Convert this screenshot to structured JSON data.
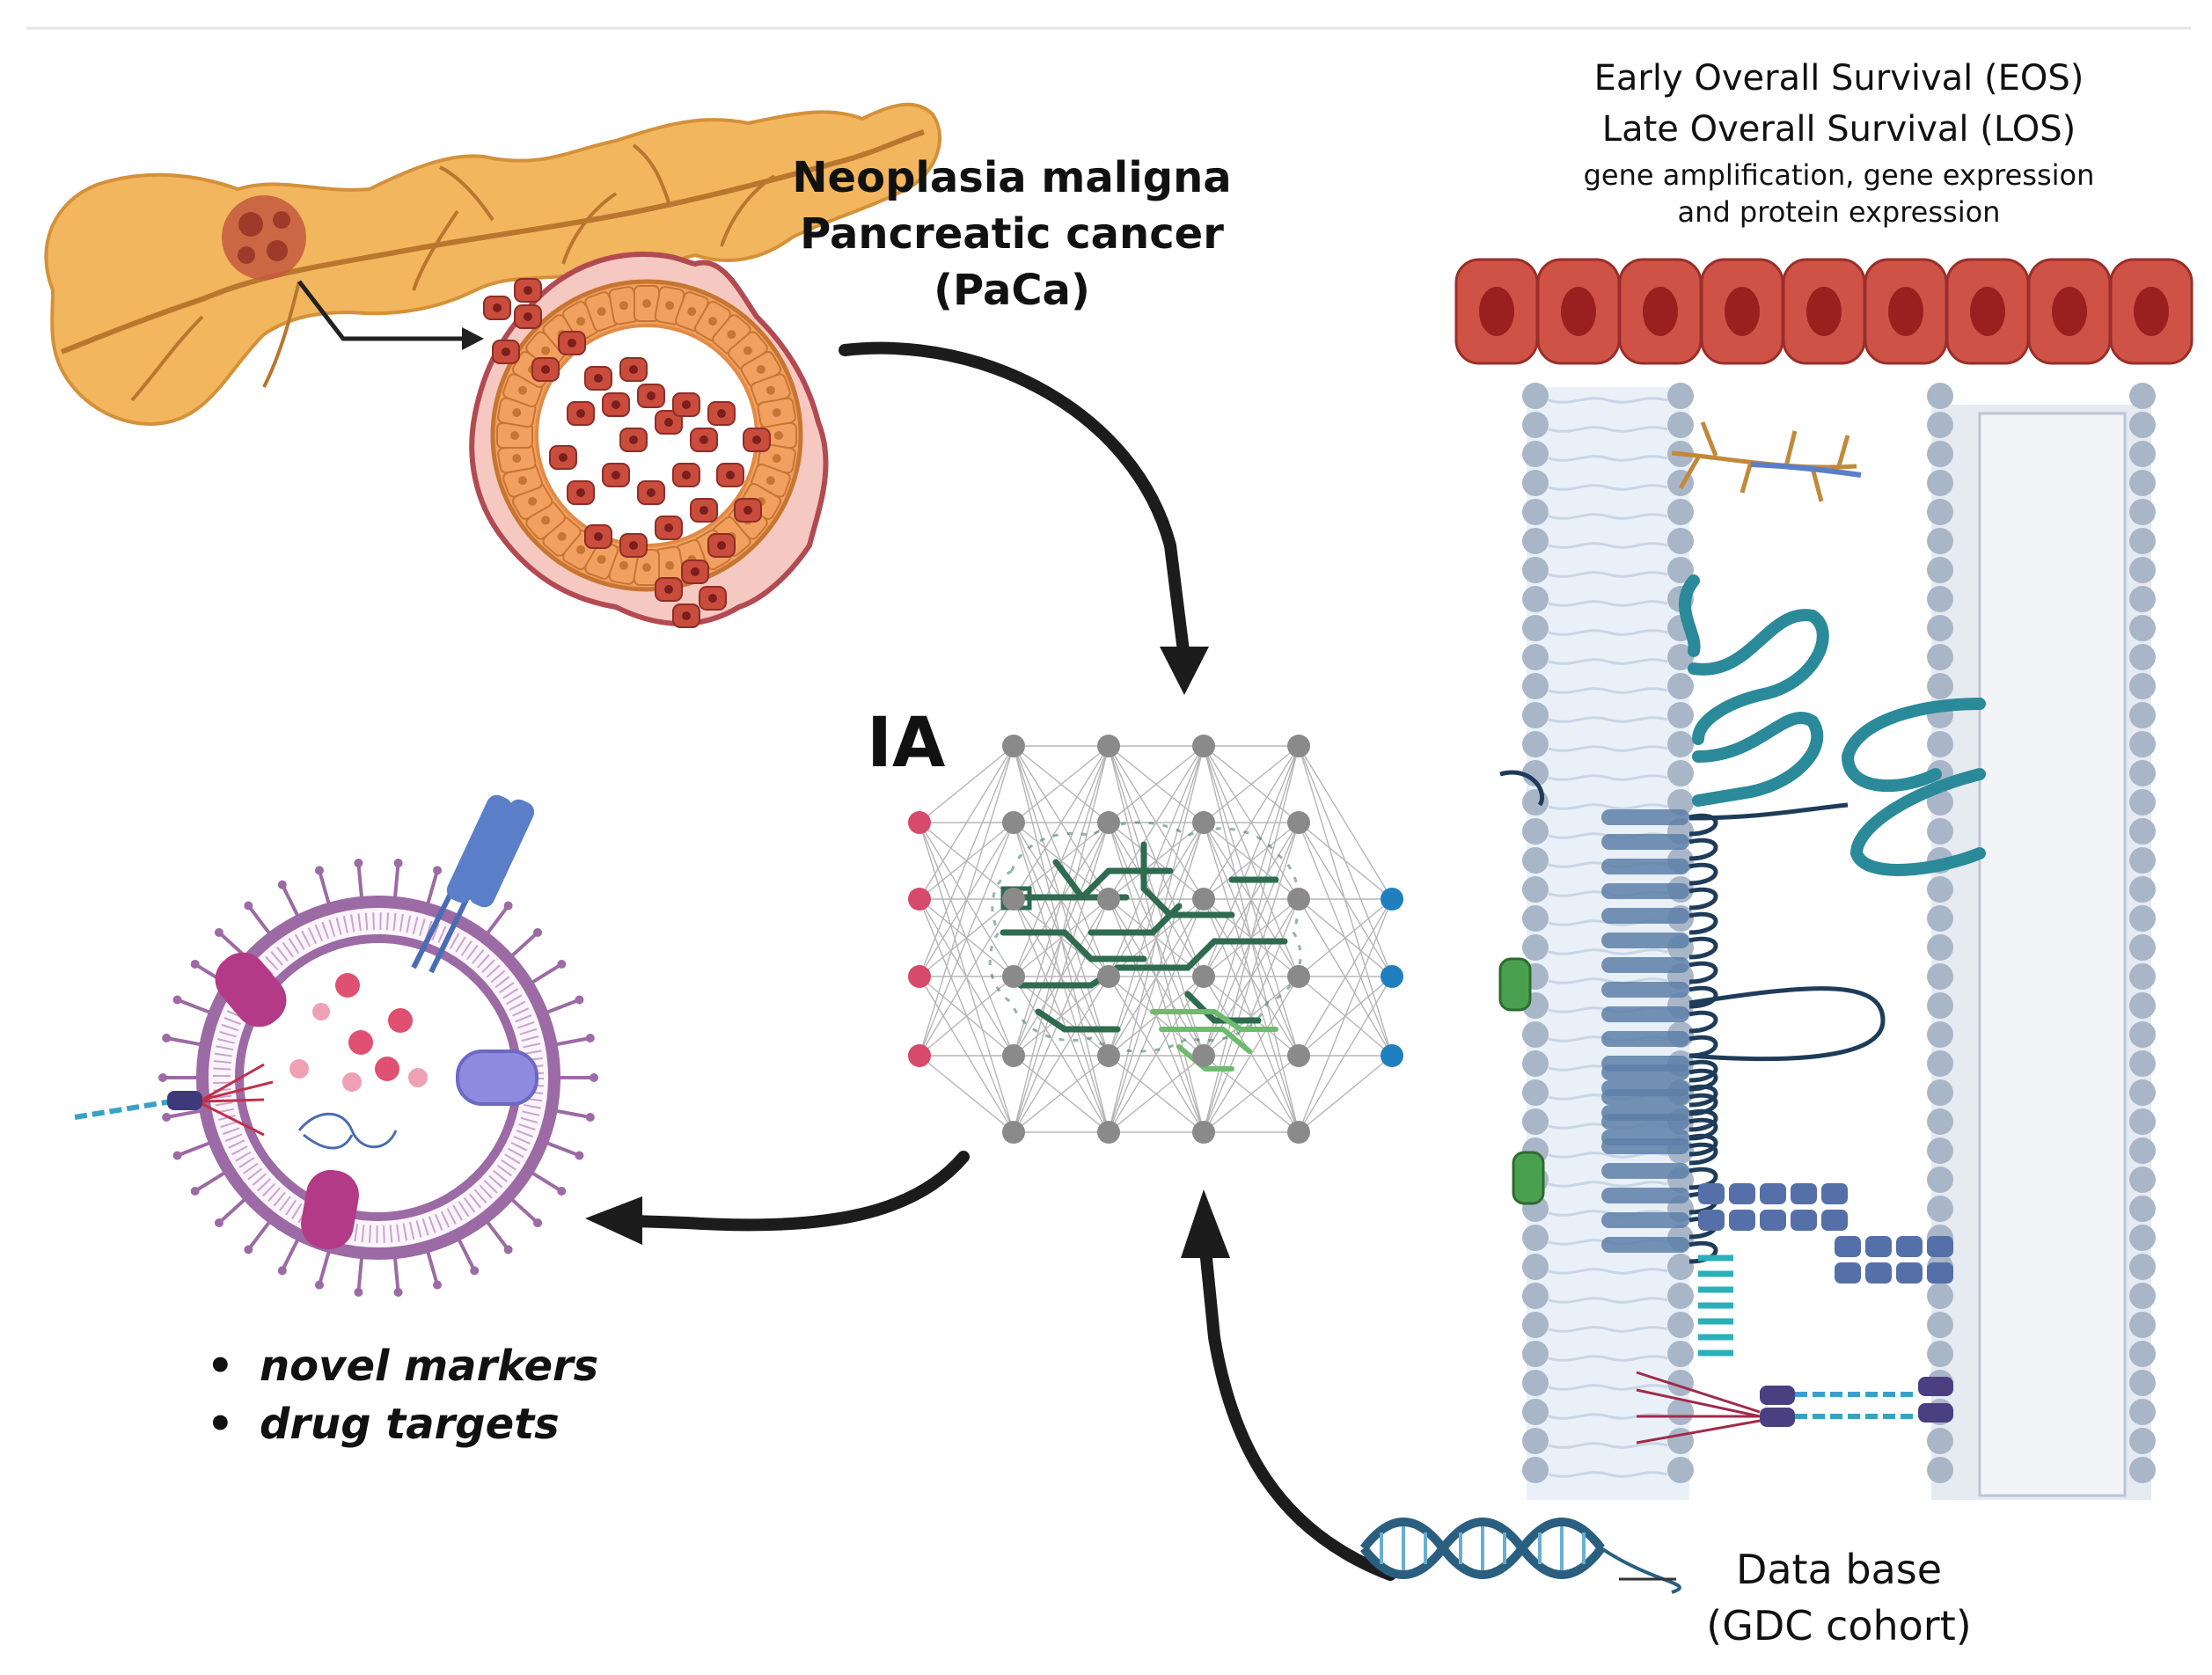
{
  "labels": {
    "title_lines": [
      "Neoplasia maligna",
      "Pancreatic cancer",
      "(PaCa)"
    ],
    "survival_lines": [
      "Early Overall Survival (EOS)",
      "Late Overall Survival (LOS)"
    ],
    "expression_lines": [
      "gene amplification, gene expression",
      "and protein expression"
    ],
    "ia": "IA",
    "database_lines": [
      "Data base",
      "(GDC cohort)"
    ],
    "outcomes": [
      "novel markers",
      "drug targets"
    ]
  },
  "icons": {
    "organ": "pancreas-icon",
    "tumor": "tumor-cross-section-icon",
    "network": "neural-network-brain-icon",
    "cell": "cell-vesicle-icon",
    "membrane": "cell-membrane-proteins-icon",
    "dna": "dna-helix-icon"
  },
  "colors": {
    "pancreas": "#f0b15a",
    "tumor_cells": "#c94c3d",
    "circuit": "#2e6b4f",
    "input_nodes": "#d64a6b",
    "hidden_nodes": "#8a8a8a",
    "output_nodes": "#1f7fbf",
    "membrane": "#a9b6c8",
    "protein": "#2a8a9a",
    "arrow": "#1c1c1c"
  }
}
